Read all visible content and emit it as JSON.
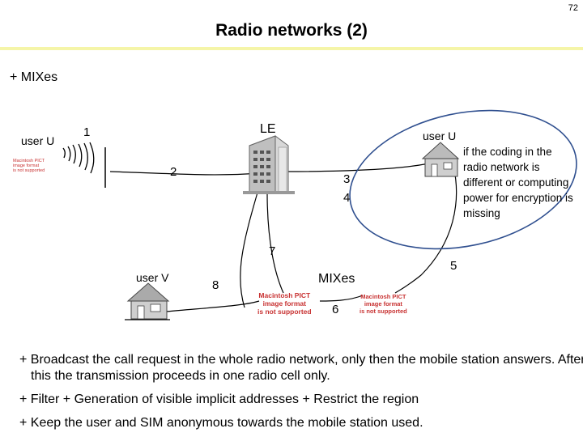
{
  "page_number": "72",
  "title": "Radio networks (2)",
  "heading": "+ MIXes",
  "diagram": {
    "user_left": "user U",
    "user_right": "user U",
    "user_v": "user V",
    "le": "LE",
    "mixes": "MIXes",
    "steps": [
      "1",
      "2",
      "3",
      "4",
      "5",
      "6",
      "7",
      "8"
    ],
    "note": "if the coding in the radio network is different or computing power for encryption is missing",
    "pict_small": [
      "Macintosh PICT",
      "image format",
      "is not supported"
    ],
    "pict_large": [
      "Macintosh PICT",
      "image format",
      "is not supported"
    ],
    "pict_right": [
      "Macintosh PICT",
      "image format",
      "is not supported"
    ]
  },
  "bullets": [
    "+ Broadcast the call request in the whole radio network, only then the mobile station answers. After this the transmission proceeds in one radio cell only.",
    "+ Filter  + Generation of visible implicit addresses  + Restrict the region",
    "+ Keep the user and SIM anonymous towards the mobile station used."
  ]
}
